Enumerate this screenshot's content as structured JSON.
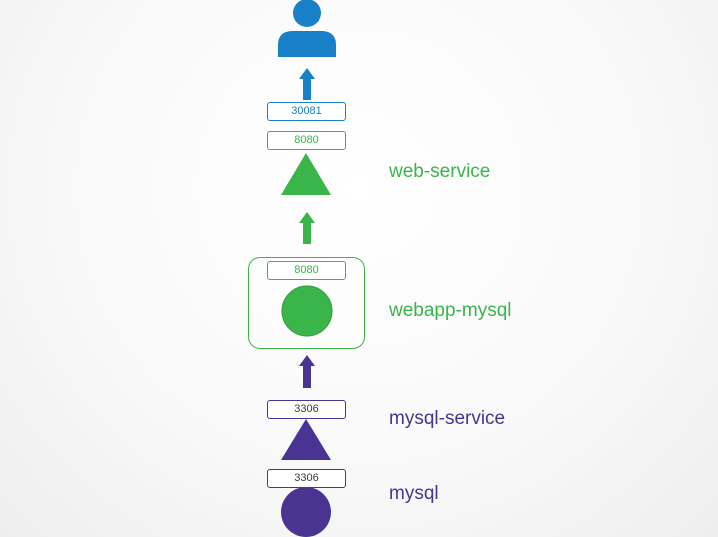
{
  "colors": {
    "blue": "#1780c7",
    "green": "#3ab54a",
    "purple": "#4a3491",
    "port_text": "#3c3c3c"
  },
  "icons": {
    "user": "user-icon",
    "web_service": "triangle-service-icon",
    "webapp_pod": "circle-pod-icon",
    "mysql_service": "triangle-service-icon",
    "mysql_pod": "circle-pod-icon"
  },
  "web_service": {
    "node_port": "30081",
    "port": "8080",
    "label": "web-service"
  },
  "webapp_pod": {
    "port": "8080",
    "label": "webapp-mysql"
  },
  "mysql_service": {
    "port": "3306",
    "label": "mysql-service"
  },
  "mysql_pod": {
    "port": "3306",
    "label": "mysql"
  }
}
